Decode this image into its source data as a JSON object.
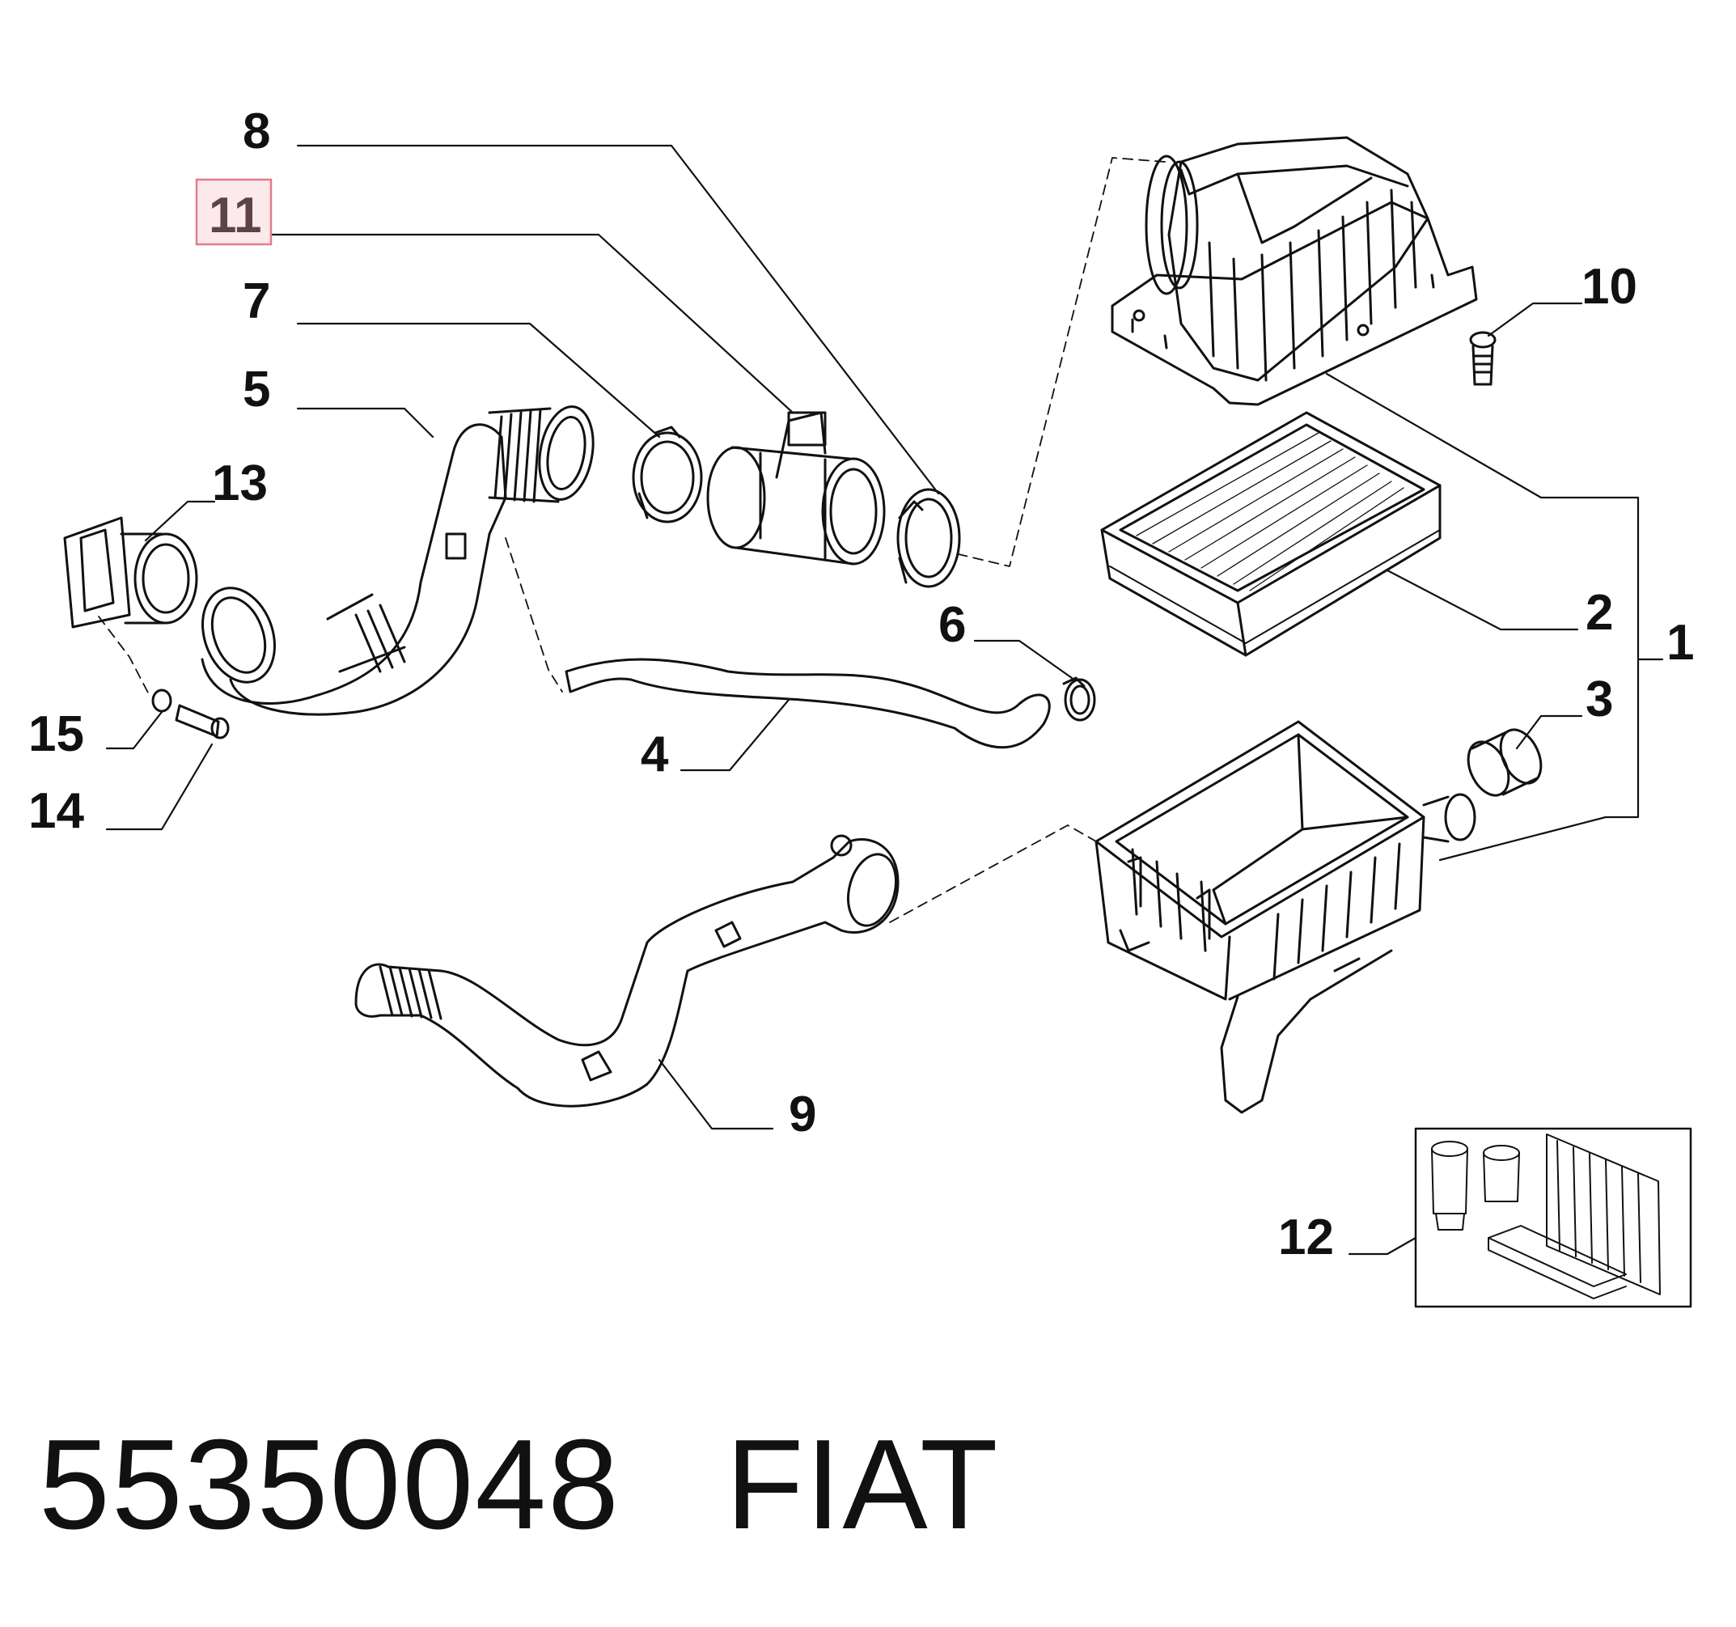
{
  "diagram": {
    "highlight_color": "#e37b8a",
    "callouts": {
      "c1": "1",
      "c2": "2",
      "c3": "3",
      "c4": "4",
      "c5": "5",
      "c6": "6",
      "c7": "7",
      "c8": "8",
      "c9": "9",
      "c10": "10",
      "c11": "11",
      "c12": "12",
      "c13": "13",
      "c14": "14",
      "c15": "15"
    },
    "highlighted_callout": "11"
  },
  "footer": {
    "part_number": "55350048",
    "brand": "FIAT"
  }
}
